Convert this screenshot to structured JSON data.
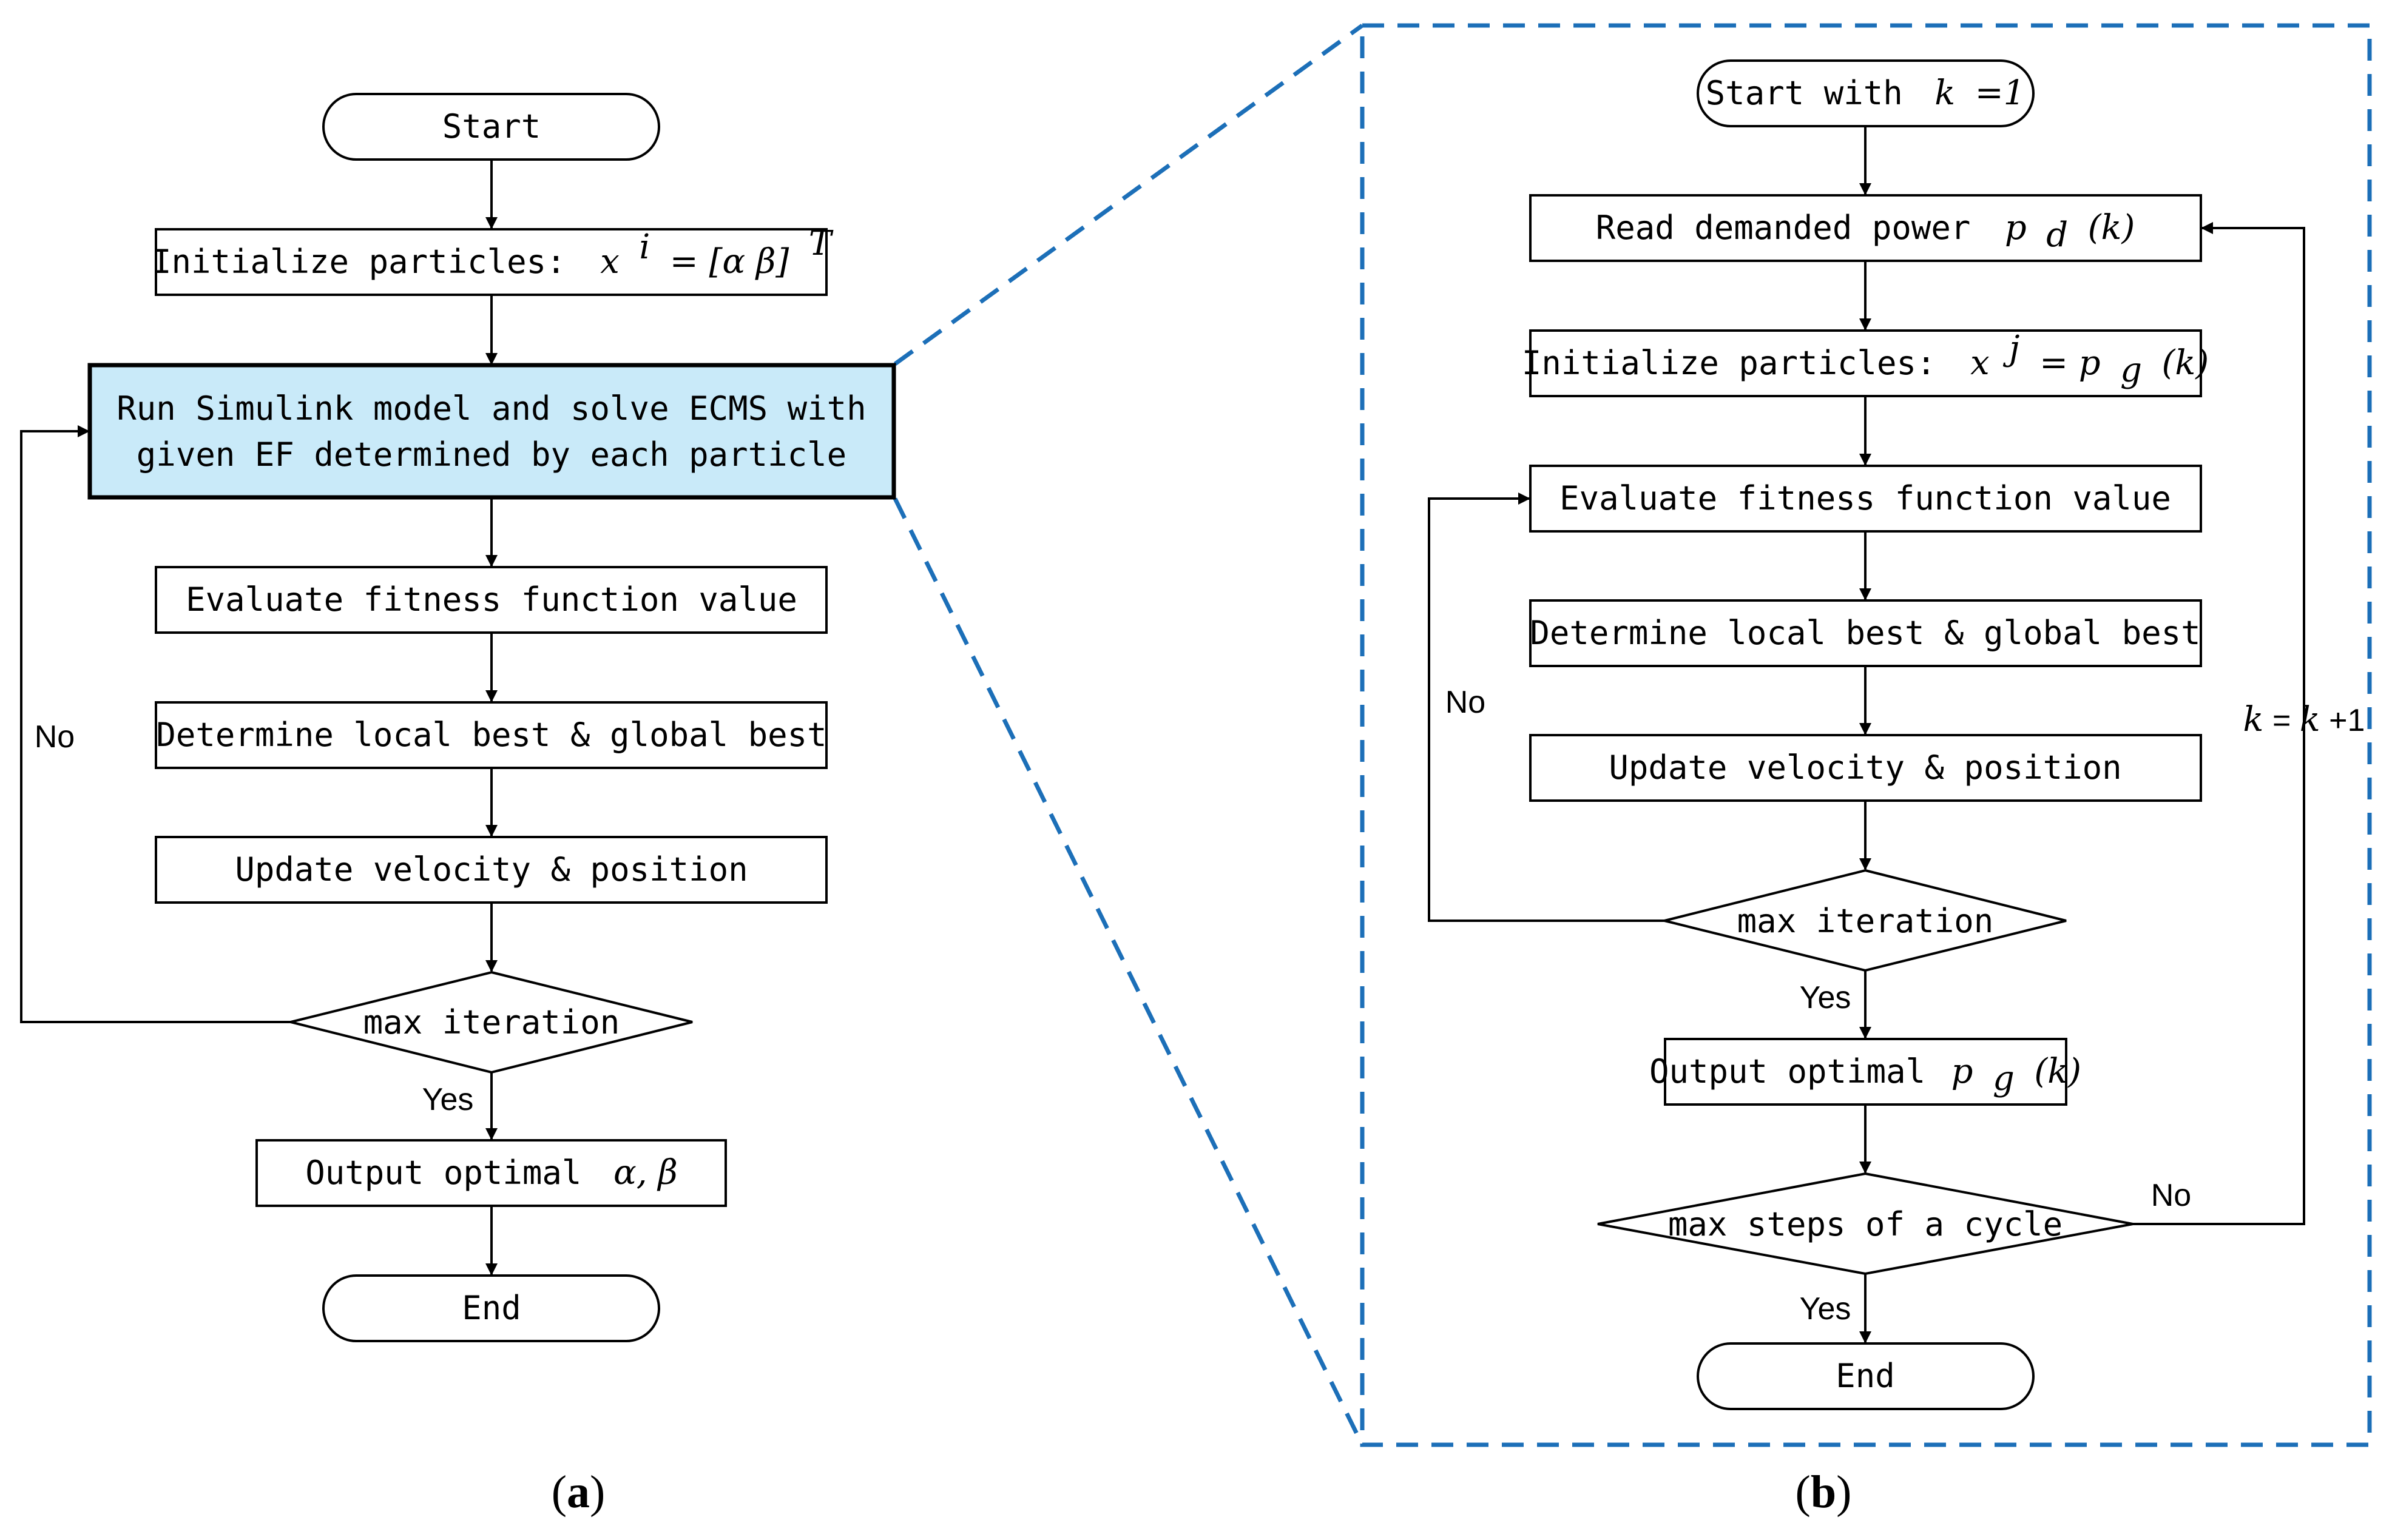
{
  "colors": {
    "stroke": "#000000",
    "highlight_fill": "#c9eaf9",
    "zoom_dash": "#1c6fb8"
  },
  "panel_a": {
    "caption_open": "(",
    "caption_letter": "a",
    "caption_close": ")",
    "start": "Start",
    "init_label": "Initialize particles:",
    "init_math": "x",
    "init_math_sup": "i",
    "init_math_rest": "= [α β]",
    "init_math_T": "T",
    "run_line1": "Run Simulink model and solve ECMS with",
    "run_line2": "given EF determined by each particle",
    "evaluate": "Evaluate fitness function value",
    "determine": "Determine local best & global best",
    "update": "Update velocity & position",
    "max_iter": "max iteration",
    "no": "No",
    "yes": "Yes",
    "output_label": "Output optimal",
    "output_math": "α, β",
    "end": "End"
  },
  "panel_b": {
    "caption_open": "(",
    "caption_letter": "b",
    "caption_close": ")",
    "start_label": "Start with",
    "start_math": "k",
    "start_rest": "=1",
    "read_label": "Read demanded power",
    "read_p": "p",
    "read_sub": "d",
    "read_k": "(k)",
    "init_label": "Initialize particles:",
    "init_x": "x",
    "init_sup": "j",
    "init_eq": "= p",
    "init_sub": "g",
    "init_k": "(k)",
    "evaluate": "Evaluate fitness function value",
    "determine": "Determine local best & global best",
    "update": "Update velocity & position",
    "max_iter": "max iteration",
    "no_inner": "No",
    "yes_inner": "Yes",
    "output_label": "Output optimal",
    "output_p": "p",
    "output_sub": "g",
    "output_k": "(k)",
    "max_steps": "max steps of a cycle",
    "no_outer": "No",
    "yes_outer": "Yes",
    "k_update_k1": "k",
    "k_update_eq": "=",
    "k_update_k2": "k",
    "k_update_rest": "+1",
    "end": "End"
  }
}
